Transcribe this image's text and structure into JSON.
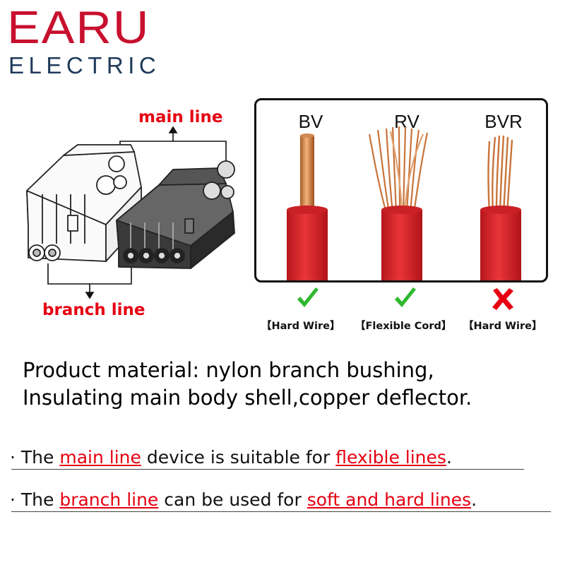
{
  "logo": {
    "brand": "EARU",
    "sub": "ELECTRIC",
    "colors": {
      "brand": "#c8102e",
      "sub": "#1f3a5a"
    }
  },
  "connector": {
    "main_line_label": "main line",
    "branch_line_label": "branch line"
  },
  "wires": [
    {
      "name": "BV",
      "mark": "check-icon",
      "type_label": "【Hard Wire】"
    },
    {
      "name": "RV",
      "mark": "check-icon",
      "type_label": "【Flexible Cord】"
    },
    {
      "name": "BVR",
      "mark": "cross-icon",
      "type_label": "【Hard Wire】"
    }
  ],
  "material": {
    "line1": "Product material: nylon branch bushing,",
    "line2": "Insulating main body shell,copper deflector."
  },
  "notes": [
    {
      "prefix": "· The ",
      "highlight1": "main line",
      "middle": " device is suitable for ",
      "highlight2": "flexible lines",
      "suffix": "."
    },
    {
      "prefix": "· The ",
      "highlight1": "branch line",
      "middle": " can be used for ",
      "highlight2": "soft and hard lines",
      "suffix": "."
    }
  ],
  "colors": {
    "accent_red": "#e60012",
    "check_green": "#2eb82e",
    "wire_red": "#d9262b",
    "copper": "#c8743a"
  }
}
